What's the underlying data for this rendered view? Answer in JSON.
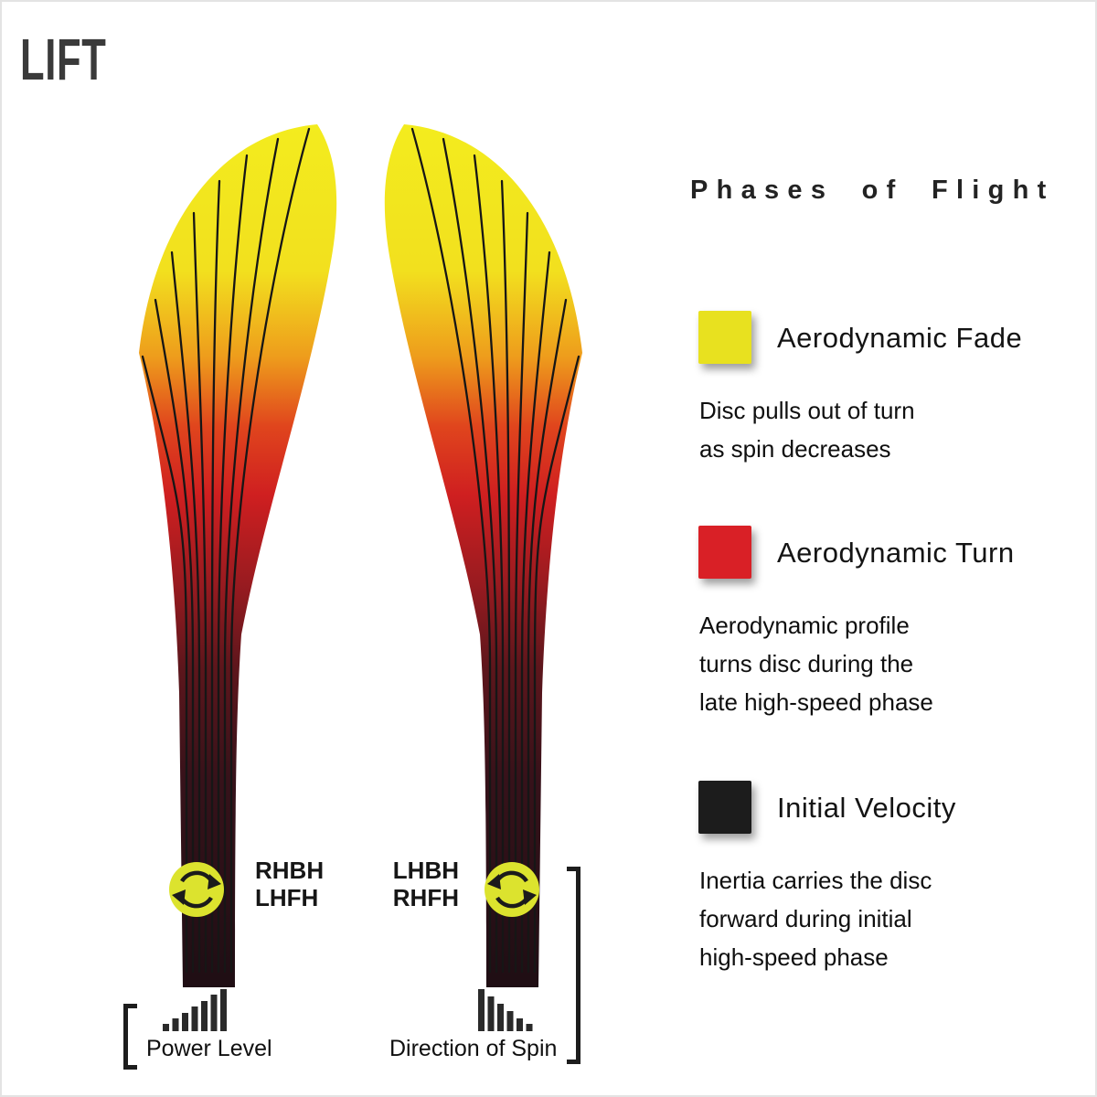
{
  "title": "LIFT",
  "legend": {
    "heading": "Phases of Flight",
    "items": [
      {
        "label": "Aerodynamic Fade",
        "swatch_color": "#e8e11f",
        "description_lines": [
          "Disc pulls out of turn",
          "as spin decreases"
        ]
      },
      {
        "label": "Aerodynamic Turn",
        "swatch_color": "#d92026",
        "description_lines": [
          "Aerodynamic profile",
          "turns disc during the",
          "late high-speed phase"
        ]
      },
      {
        "label": "Initial Velocity",
        "swatch_color": "#1c1c1c",
        "description_lines": [
          "Inertia carries the disc",
          "forward during initial",
          "high-speed phase"
        ]
      }
    ]
  },
  "flight": {
    "left_spin_lines": [
      "RHBH",
      "LHFH"
    ],
    "right_spin_lines": [
      "LHBH",
      "RHFH"
    ]
  },
  "footer": {
    "power_label": "Power Level",
    "spin_label": "Direction of Spin"
  },
  "icons": {
    "spin_left": "rotation-arrows-icon",
    "spin_right": "rotation-arrows-icon",
    "power_bars": "ascending-bars-icon",
    "spin_bars": "descending-bars-icon"
  },
  "colors": {
    "fade_yellow": "#f3ec1e",
    "turn_red": "#cf1f20",
    "velocity_black": "#1f0e14",
    "spin_icon_yellow": "#dce32e"
  }
}
